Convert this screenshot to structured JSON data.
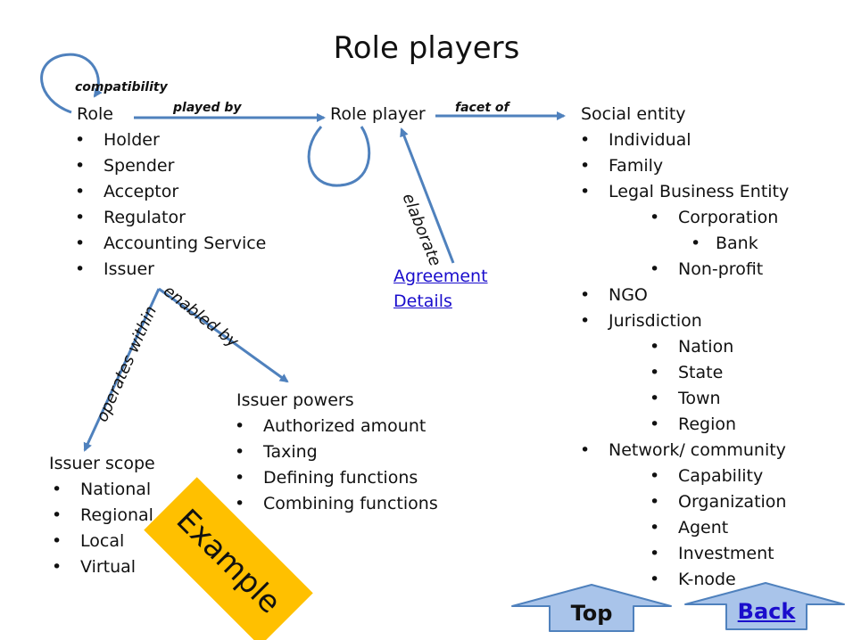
{
  "title": "Role players",
  "nodes": {
    "role": {
      "title": "Role",
      "items": [
        "Holder",
        "Spender",
        "Acceptor",
        "Regulator",
        "Accounting Service",
        "Issuer"
      ]
    },
    "role_player": {
      "title": "Role player"
    },
    "social_entity": {
      "title": "Social entity",
      "items": [
        {
          "level": 1,
          "text": "Individual"
        },
        {
          "level": 1,
          "text": "Family"
        },
        {
          "level": 1,
          "text": "Legal Business Entity"
        },
        {
          "level": 2,
          "text": "Corporation"
        },
        {
          "level": 3,
          "text": "Bank"
        },
        {
          "level": 2,
          "text": "Non-profit"
        },
        {
          "level": 1,
          "text": "NGO"
        },
        {
          "level": 1,
          "text": "Jurisdiction"
        },
        {
          "level": 2,
          "text": "Nation"
        },
        {
          "level": 2,
          "text": "State"
        },
        {
          "level": 2,
          "text": "Town"
        },
        {
          "level": 2,
          "text": "Region"
        },
        {
          "level": 1,
          "text": "Network/ community"
        },
        {
          "level": 2,
          "text": "Capability"
        },
        {
          "level": 2,
          "text": "Organization"
        },
        {
          "level": 2,
          "text": "Agent"
        },
        {
          "level": 2,
          "text": "Investment"
        },
        {
          "level": 2,
          "text": "K-node"
        }
      ]
    },
    "agreement": {
      "line1": "Agreement",
      "line2": "Details"
    },
    "issuer_powers": {
      "title": "Issuer powers",
      "items": [
        "Authorized amount",
        "Taxing",
        "Defining functions",
        "Combining functions"
      ]
    },
    "issuer_scope": {
      "title": "Issuer scope",
      "items": [
        "National",
        "Regional",
        "Local",
        "Virtual"
      ]
    }
  },
  "edges": {
    "compatibility": "compatibility",
    "played_by": "played by",
    "facet_of": "facet of",
    "elaborate": "elaborate",
    "enabled_by": "enabled by",
    "operates_within": "operates within"
  },
  "example_badge": "Example",
  "nav": {
    "top": "Top",
    "back": "Back"
  },
  "colors": {
    "arrow": "#4f81bd",
    "badge": "#ffc000",
    "nav_fill": "#a9c4ea",
    "nav_stroke": "#4f81bd",
    "link": "#1a0dcc"
  }
}
